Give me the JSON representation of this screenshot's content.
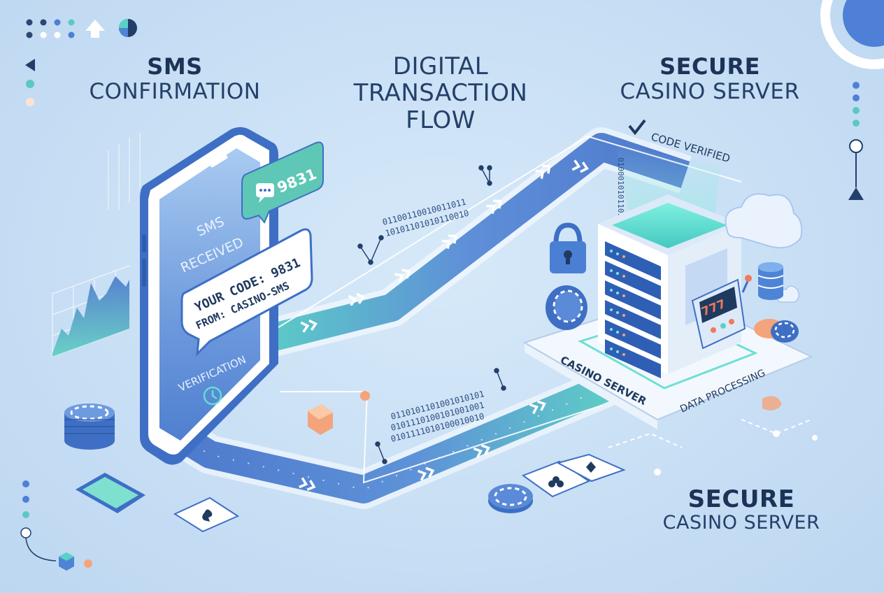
{
  "headings": {
    "sms": {
      "strong": "SMS",
      "light": "CONFIRMATION"
    },
    "flow": {
      "lines": [
        "DIGITAL",
        "TRANSACTION",
        "FLOW"
      ]
    },
    "secure_top": {
      "strong": "SECURE",
      "light": "CASINO SERVER"
    },
    "secure_bottom": {
      "strong": "SECURE",
      "light": "CASINO SERVER"
    }
  },
  "phone": {
    "status_lines": [
      "SMS",
      "RECEIVED"
    ],
    "message_lines": [
      "YOUR CODE: 9831",
      "FROM: CASINO-SMS"
    ],
    "notification_code": "9831",
    "verification_label": "VERIFICATION"
  },
  "server": {
    "code_verified_label": "CODE VERIFIED",
    "platform_label_left": "CASINO SERVER",
    "platform_label_right": "DATA PROCESSING",
    "slot_reels": "777"
  },
  "binary_streams": {
    "upper": [
      "01100110010011011",
      "10101101010110010"
    ],
    "lower": [
      "0110101101001010101",
      "0101110100101001001",
      "0101111010100010010"
    ],
    "server_column": "01000101011011000101"
  },
  "icons": [
    "lock-icon",
    "cloud-icon",
    "database-icon",
    "clock-icon",
    "chat-icon",
    "checkmark-icon",
    "chip-icon",
    "playing-card-icon",
    "slot-machine-icon",
    "triangle-icon",
    "arrow-icon"
  ],
  "colors": {
    "background": "#c9e1f6",
    "phone_blue": "#4a7fd4",
    "screen_gradient_top": "#a7c8ef",
    "path_dark": "#4f7fcf",
    "path_teal": "#5ecfc7",
    "heading": "#1f3a60",
    "accent_orange": "#f4a47a",
    "notification_teal": "#5ec7b6"
  }
}
